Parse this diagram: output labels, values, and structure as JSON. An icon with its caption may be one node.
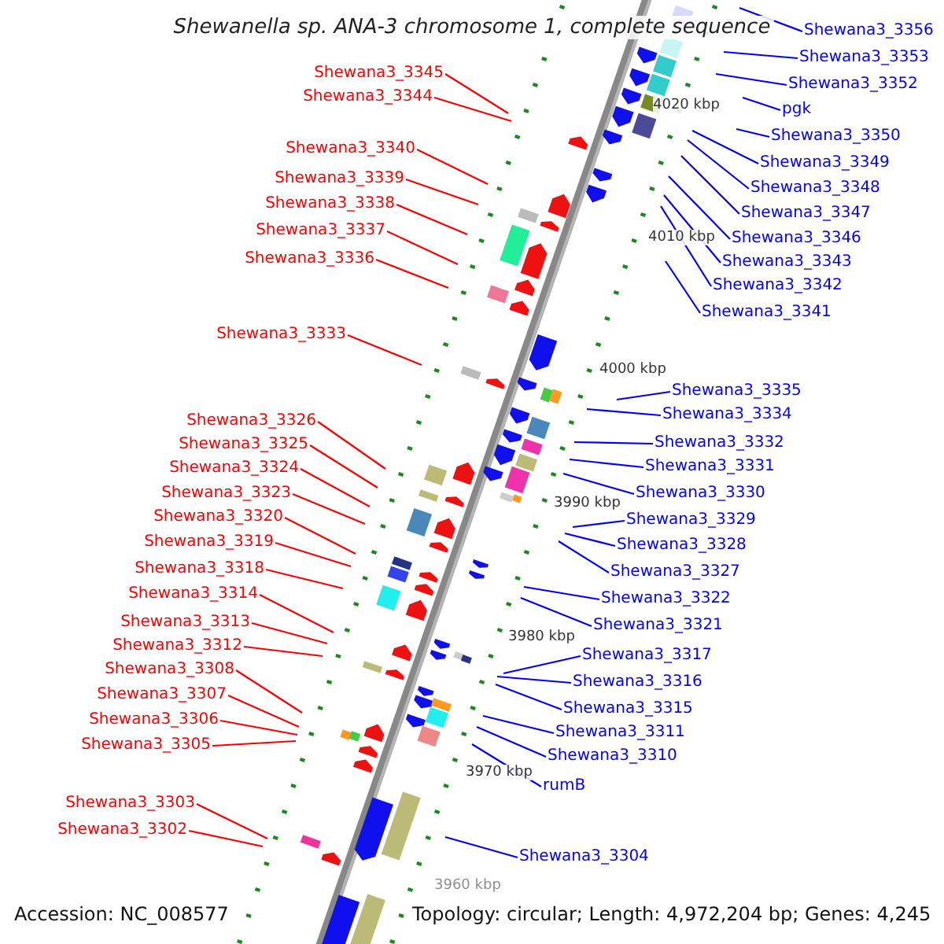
{
  "diagram": {
    "title": "Shewanella sp. ANA-3 chromosome 1, complete sequence",
    "nodes": [
      {
        "text": [
          "Shewana3_3345"
        ]
      },
      {
        "text": [
          "Shewana3_3344"
        ]
      },
      {
        "text": [
          "Shewana3_3340"
        ]
      },
      {
        "text": [
          "Shewana3_3339"
        ]
      },
      {
        "text": [
          "Shewana3_3338"
        ]
      },
      {
        "text": [
          "Shewana3_3337"
        ]
      },
      {
        "text": [
          "Shewana3_3336"
        ]
      },
      {
        "text": [
          "Shewana3_3333"
        ]
      },
      {
        "text": [
          "Shewana3_3326"
        ]
      },
      {
        "text": [
          "Shewana3_3325"
        ]
      },
      {
        "text": [
          "Shewana3_3324"
        ]
      },
      {
        "text": [
          "Shewana3_3323"
        ]
      },
      {
        "text": [
          "Shewana3_3320"
        ]
      },
      {
        "text": [
          "Shewana3_3319"
        ]
      },
      {
        "text": [
          "Shewana3_3318"
        ]
      },
      {
        "text": [
          "Shewana3_3314"
        ]
      },
      {
        "text": [
          "Shewana3_3313"
        ]
      },
      {
        "text": [
          "Shewana3_3312"
        ]
      },
      {
        "text": [
          "Shewana3_3308"
        ]
      },
      {
        "text": [
          "Shewana3_3307"
        ]
      },
      {
        "text": [
          "Shewana3_3306"
        ]
      },
      {
        "text": [
          "Shewana3_3305"
        ]
      },
      {
        "text": [
          "Shewana3_3303"
        ]
      },
      {
        "text": [
          "Shewana3_3302"
        ]
      },
      {
        "text": [
          "Shewana3_3356"
        ]
      },
      {
        "text": [
          "Shewana3_3353"
        ]
      },
      {
        "text": [
          "Shewana3_3352"
        ]
      },
      {
        "text": [
          "pgk"
        ]
      },
      {
        "text": [
          "Shewana3_3350"
        ]
      },
      {
        "text": [
          "Shewana3_3349"
        ]
      },
      {
        "text": [
          "Shewana3_3348"
        ]
      },
      {
        "text": [
          "Shewana3_3347"
        ]
      },
      {
        "text": [
          "Shewana3_3346"
        ]
      },
      {
        "text": [
          "Shewana3_3343"
        ]
      },
      {
        "text": [
          "Shewana3_3342"
        ]
      },
      {
        "text": [
          "Shewana3_3341"
        ]
      },
      {
        "text": [
          "Shewana3_3335"
        ]
      },
      {
        "text": [
          "Shewana3_3334"
        ]
      },
      {
        "text": [
          "Shewana3_3332"
        ]
      },
      {
        "text": [
          "Shewana3_3331"
        ]
      },
      {
        "text": [
          "Shewana3_3330"
        ]
      },
      {
        "text": [
          "Shewana3_3329"
        ]
      },
      {
        "text": [
          "Shewana3_3328"
        ]
      },
      {
        "text": [
          "Shewana3_3327"
        ]
      },
      {
        "text": [
          "Shewana3_3322"
        ]
      },
      {
        "text": [
          "Shewana3_3321"
        ]
      },
      {
        "text": [
          "Shewana3_3317"
        ]
      },
      {
        "text": [
          "Shewana3_3316"
        ]
      },
      {
        "text": [
          "Shewana3_3315"
        ]
      },
      {
        "text": [
          "Shewana3_3311"
        ]
      },
      {
        "text": [
          "Shewana3_3310"
        ]
      },
      {
        "text": [
          "rumB"
        ]
      },
      {
        "text": [
          "Shewana3_3304"
        ]
      }
    ],
    "edges": [
      {
        "from": 0,
        "to": null,
        "arrow": "none",
        "color": "#ff0000"
      },
      {
        "from": 1,
        "to": null,
        "arrow": "none",
        "color": "#ff0000"
      },
      {
        "from": 2,
        "to": null,
        "arrow": "none",
        "color": "#ff0000"
      },
      {
        "from": 3,
        "to": null,
        "arrow": "none",
        "color": "#ff0000"
      },
      {
        "from": 4,
        "to": null,
        "arrow": "none",
        "color": "#ff0000"
      },
      {
        "from": 5,
        "to": null,
        "arrow": "none",
        "color": "#ff0000"
      },
      {
        "from": 6,
        "to": null,
        "arrow": "none",
        "color": "#ff0000"
      },
      {
        "from": 7,
        "to": null,
        "arrow": "none",
        "color": "#ff0000"
      },
      {
        "from": 8,
        "to": null,
        "arrow": "none",
        "color": "#ff0000"
      },
      {
        "from": 9,
        "to": null,
        "arrow": "none",
        "color": "#ff0000"
      },
      {
        "from": 10,
        "to": null,
        "arrow": "none",
        "color": "#ff0000"
      },
      {
        "from": 11,
        "to": null,
        "arrow": "none",
        "color": "#ff0000"
      },
      {
        "from": 12,
        "to": null,
        "arrow": "none",
        "color": "#ff0000"
      },
      {
        "from": 13,
        "to": null,
        "arrow": "none",
        "color": "#ff0000"
      },
      {
        "from": 14,
        "to": null,
        "arrow": "none",
        "color": "#ff0000"
      },
      {
        "from": 15,
        "to": null,
        "arrow": "none",
        "color": "#ff0000"
      },
      {
        "from": 16,
        "to": null,
        "arrow": "none",
        "color": "#ff0000"
      },
      {
        "from": 17,
        "to": null,
        "arrow": "none",
        "color": "#ff0000"
      },
      {
        "from": 18,
        "to": null,
        "arrow": "none",
        "color": "#ff0000"
      },
      {
        "from": 19,
        "to": null,
        "arrow": "none",
        "color": "#ff0000"
      },
      {
        "from": 20,
        "to": null,
        "arrow": "none",
        "color": "#ff0000"
      },
      {
        "from": 21,
        "to": null,
        "arrow": "none",
        "color": "#ff0000"
      },
      {
        "from": 22,
        "to": null,
        "arrow": "none",
        "color": "#ff0000"
      },
      {
        "from": 23,
        "to": null,
        "arrow": "none",
        "color": "#ff0000"
      },
      {
        "from": 24,
        "to": null,
        "arrow": "none"
      },
      {
        "from": 25,
        "to": null,
        "arrow": "none"
      },
      {
        "from": 26,
        "to": null,
        "arrow": "none"
      },
      {
        "from": 27,
        "to": null,
        "arrow": "none"
      },
      {
        "from": 28,
        "to": null,
        "arrow": "none"
      },
      {
        "from": 29,
        "to": null,
        "arrow": "none"
      },
      {
        "from": 30,
        "to": null,
        "arrow": "none"
      },
      {
        "from": 31,
        "to": null,
        "arrow": "none"
      },
      {
        "from": 32,
        "to": null,
        "arrow": "none"
      },
      {
        "from": 33,
        "to": null,
        "arrow": "none"
      },
      {
        "from": 34,
        "to": null,
        "arrow": "none"
      },
      {
        "from": 35,
        "to": null,
        "arrow": "none"
      },
      {
        "from": 36,
        "to": null,
        "arrow": "none"
      },
      {
        "from": 37,
        "to": null,
        "arrow": "none"
      },
      {
        "from": 38,
        "to": null,
        "arrow": "none"
      },
      {
        "from": 39,
        "to": null,
        "arrow": "none"
      },
      {
        "from": 40,
        "to": null,
        "arrow": "none"
      },
      {
        "from": 41,
        "to": null,
        "arrow": "none"
      },
      {
        "from": 42,
        "to": null,
        "arrow": "none"
      },
      {
        "from": 43,
        "to": null,
        "arrow": "none"
      },
      {
        "from": 44,
        "to": null,
        "arrow": "none"
      },
      {
        "from": 45,
        "to": null,
        "arrow": "none"
      },
      {
        "from": 46,
        "to": null,
        "arrow": "none"
      },
      {
        "from": 47,
        "to": null,
        "arrow": "none"
      },
      {
        "from": 48,
        "to": null,
        "arrow": "none"
      },
      {
        "from": 49,
        "to": null,
        "arrow": "none"
      },
      {
        "from": 50,
        "to": null,
        "arrow": "none"
      },
      {
        "from": 51,
        "to": null,
        "arrow": "none"
      },
      {
        "from": 52,
        "to": null,
        "arrow": "none"
      }
    ],
    "labels": [
      "4020 kbp",
      "4010 kbp",
      "4000 kbp",
      "3990 kbp",
      "3980 kbp",
      "3970 kbp",
      "3960 kbp",
      "Accession: NC_008577",
      "Topology: circular; Length: 4,972,204 bp; Genes: 4,245"
    ]
  }
}
